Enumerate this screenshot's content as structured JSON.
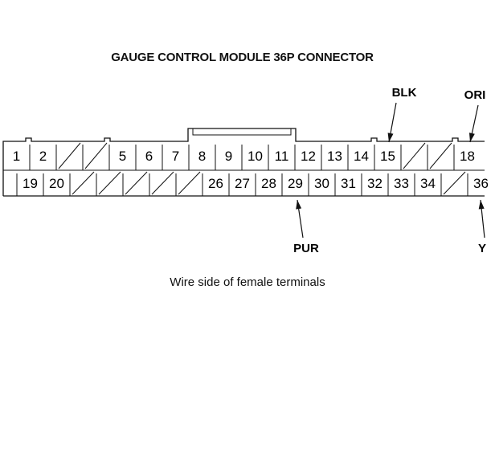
{
  "title": "GAUGE CONTROL MODULE 36P CONNECTOR",
  "caption": "Wire side of female terminals",
  "top_row": [
    "1",
    "2",
    "",
    "",
    "5",
    "6",
    "7",
    "8",
    "9",
    "10",
    "11",
    "12",
    "13",
    "14",
    "15",
    "",
    "",
    "18"
  ],
  "bottom_row": [
    "19",
    "20",
    "",
    "",
    "",
    "",
    "",
    "26",
    "27",
    "28",
    "29",
    "30",
    "31",
    "32",
    "33",
    "34",
    "",
    "36"
  ],
  "wire_labels": [
    {
      "text": "BLK",
      "terminal": "15"
    },
    {
      "text": "ORI",
      "terminal": "18"
    },
    {
      "text": "PUR",
      "terminal": "29"
    },
    {
      "text": "Y",
      "terminal": "36"
    }
  ]
}
